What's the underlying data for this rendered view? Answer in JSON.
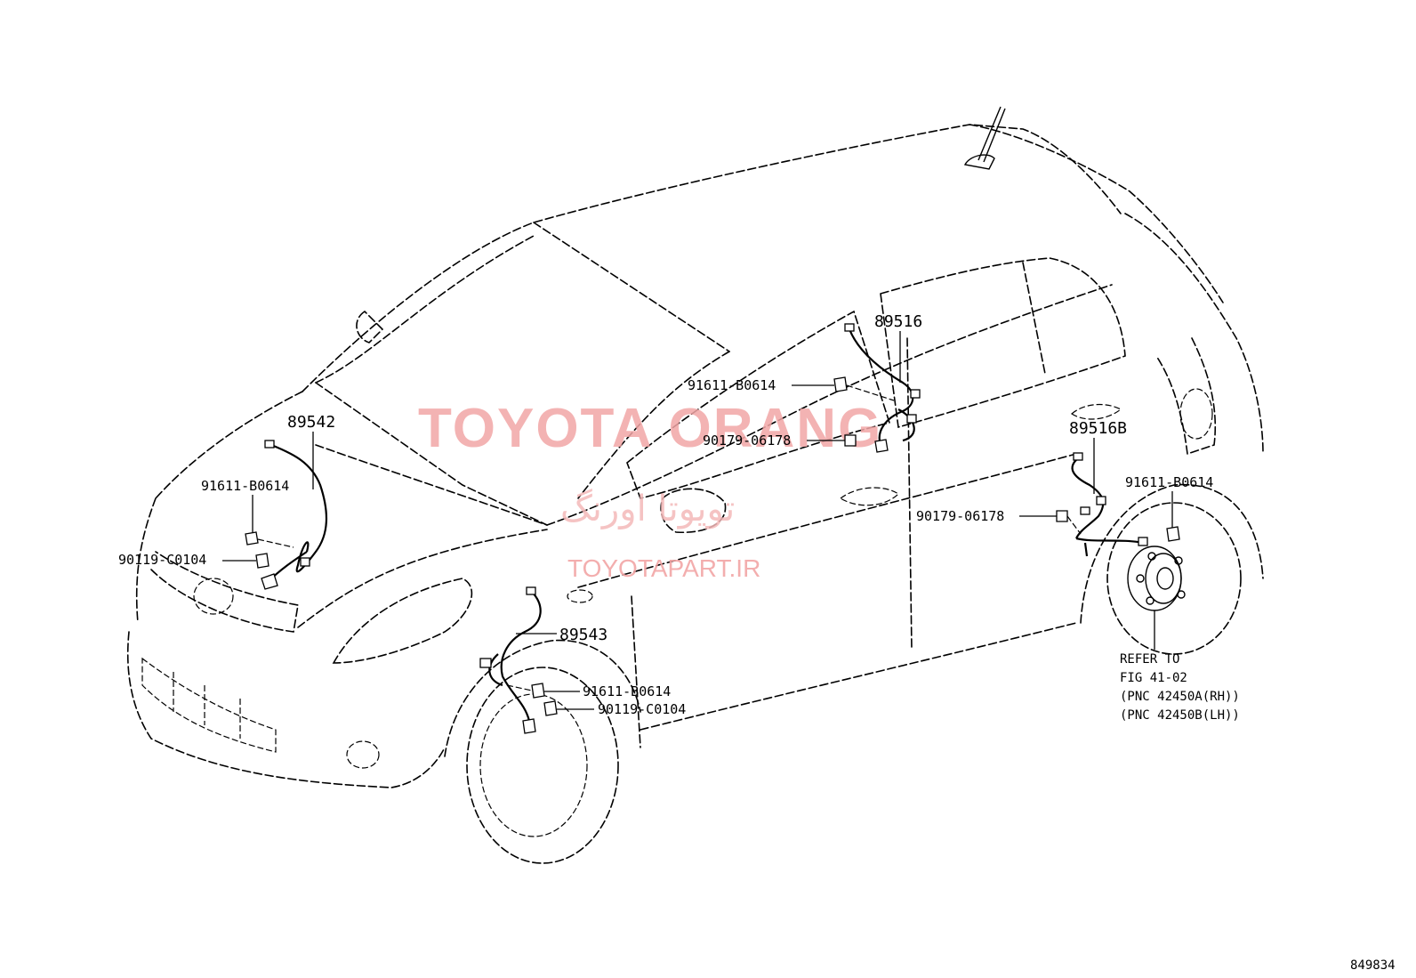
{
  "labels": {
    "p89542": "89542",
    "p89543": "89543",
    "p89516": "89516",
    "p89516b": "89516B",
    "bolt_fl_upper": "91611-B0614",
    "bolt_fl_clamp": "90119-C0104",
    "bolt_fr_upper": "91611-B0614",
    "bolt_fr_clamp": "90119-C0104",
    "bolt_rr_upper": "91611-B0614",
    "clip_rr_upper": "90179-06178",
    "bolt_rl": "91611-B0614",
    "clip_rl": "90179-06178"
  },
  "refer": {
    "line1": "REFER TO",
    "line2": "FIG 41-02",
    "line3": "(PNC 42450A(RH))",
    "line4": "(PNC 42450B(LH))"
  },
  "watermark": {
    "brand": "TOYOTA ORANG",
    "persian": "تویوتا اورنگ",
    "url": "TOYOTAPART.IR"
  },
  "figure_number": "849834"
}
